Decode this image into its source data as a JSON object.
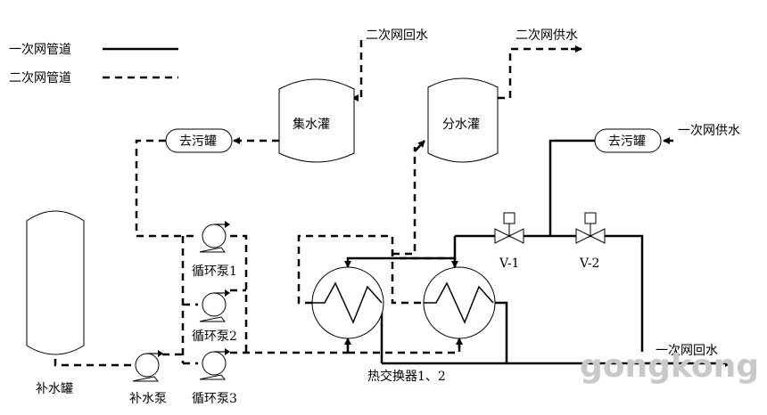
{
  "legend": {
    "primary_pipe": "一次网管道",
    "secondary_pipe": "二次网管道"
  },
  "labels": {
    "secondary_return": "二次网回水",
    "secondary_supply": "二次网供水",
    "primary_supply": "一次网供水",
    "primary_return": "一次网回水",
    "collect_tank": "集水灌",
    "dist_tank": "分水灌",
    "dirt_left": "去污罐",
    "dirt_right": "去污罐",
    "pump1": "循环泵1",
    "pump2": "循环泵2",
    "pump3": "循环泵3",
    "makeup_pump": "补水泵",
    "makeup_tank": "补水罐",
    "hx": "热交换器1、2",
    "valve1": "V-1",
    "valve2": "V-2"
  },
  "watermark": "gongkong"
}
